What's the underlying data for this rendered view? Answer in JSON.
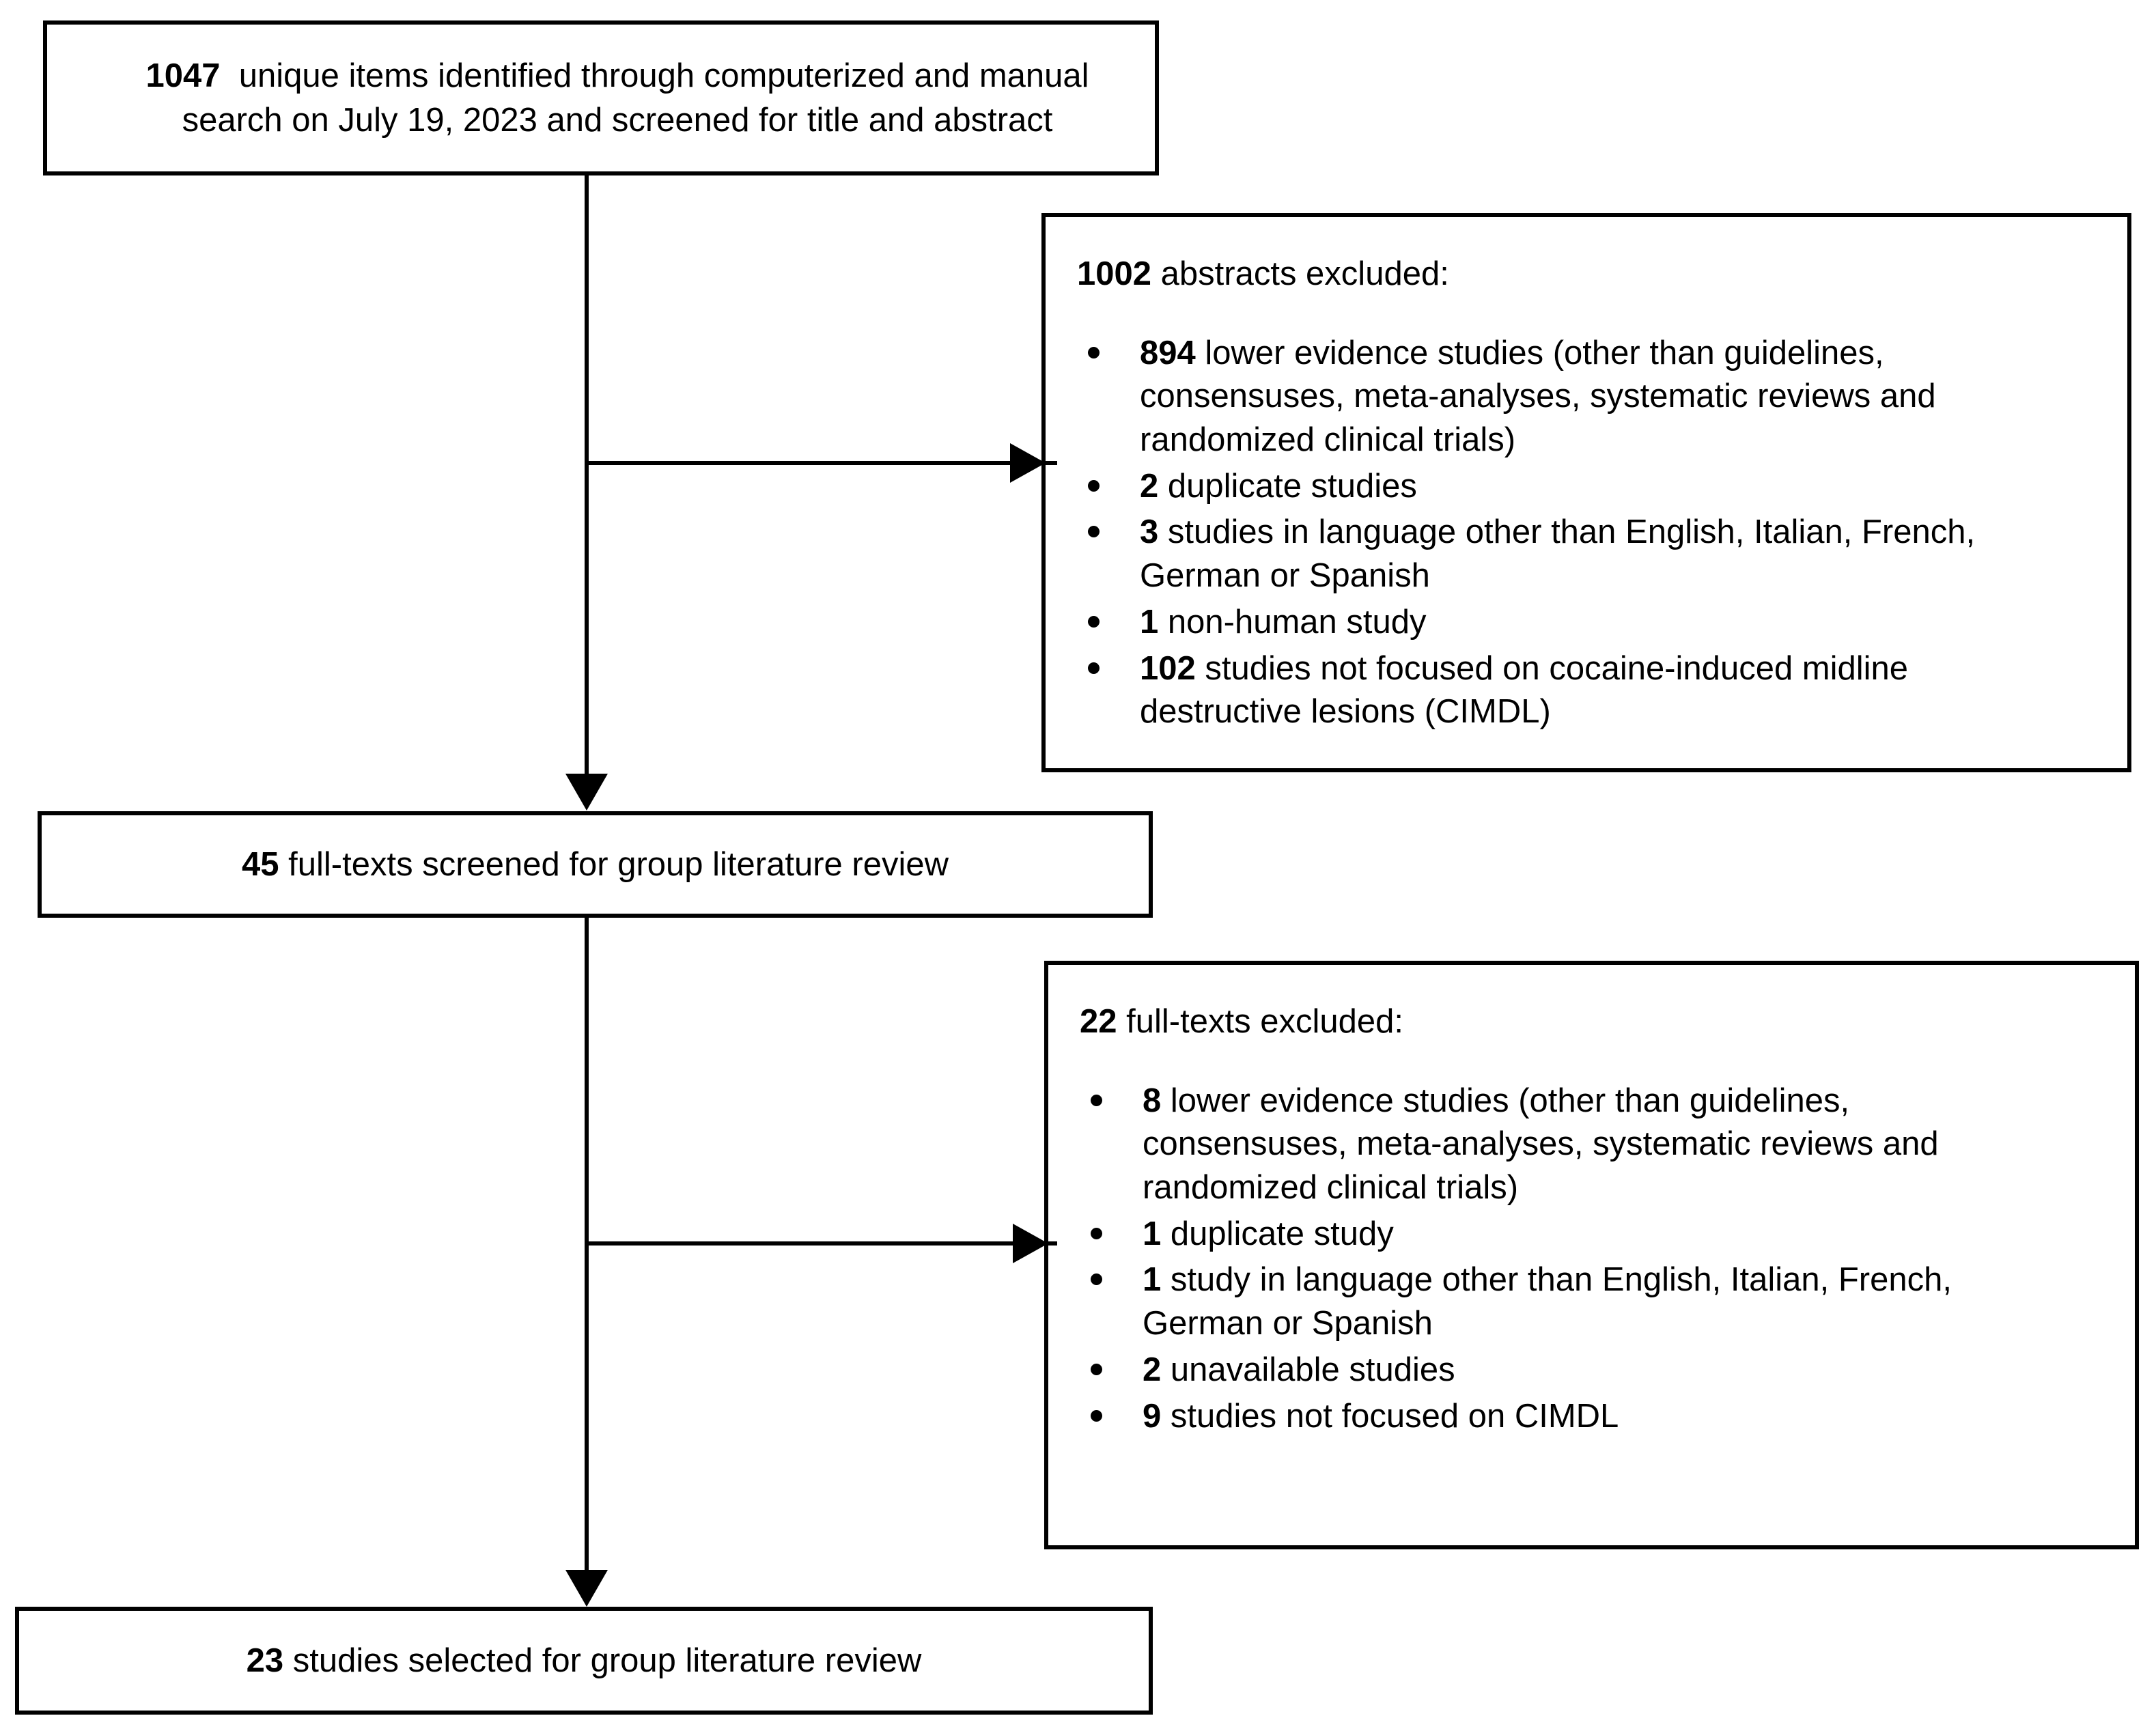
{
  "diagram": {
    "type": "prisma-flow-diagram",
    "identified": {
      "count": "1047",
      "line1_rest": "unique items identified through computerized and manual",
      "line2": "search on July 19, 2023 and screened for title and abstract"
    },
    "excluded_abstracts": {
      "count": "1002",
      "head_rest": "abstracts excluded:",
      "items": [
        {
          "count": "894",
          "lines": [
            "lower evidence studies (other than guidelines,",
            "consensuses, meta-analyses, systematic reviews and",
            "randomized clinical trials)"
          ]
        },
        {
          "count": "2",
          "lines": [
            "duplicate studies"
          ]
        },
        {
          "count": "3",
          "lines": [
            "studies in language other than English, Italian, French,",
            "German or Spanish"
          ]
        },
        {
          "count": "1",
          "lines": [
            "non-human study"
          ]
        },
        {
          "count": "102",
          "lines": [
            "studies not focused on cocaine-induced midline",
            "destructive lesions (CIMDL)"
          ]
        }
      ]
    },
    "screened": {
      "count": "45",
      "rest": "full-texts screened for group literature review"
    },
    "excluded_fulltexts": {
      "count": "22",
      "head_rest": "full-texts excluded:",
      "items": [
        {
          "count": "8",
          "lines": [
            "lower evidence studies (other than guidelines,",
            "consensuses, meta-analyses, systematic reviews and",
            "randomized clinical trials)"
          ]
        },
        {
          "count": "1",
          "lines": [
            "duplicate study"
          ]
        },
        {
          "count": "1",
          "lines": [
            "study in language other than English, Italian, French,",
            "German or Spanish"
          ]
        },
        {
          "count": "2",
          "lines": [
            "unavailable studies"
          ]
        },
        {
          "count": "9",
          "lines": [
            "studies not focused on CIMDL"
          ]
        }
      ]
    },
    "selected": {
      "count": "23",
      "rest": "studies selected for group literature review"
    }
  }
}
